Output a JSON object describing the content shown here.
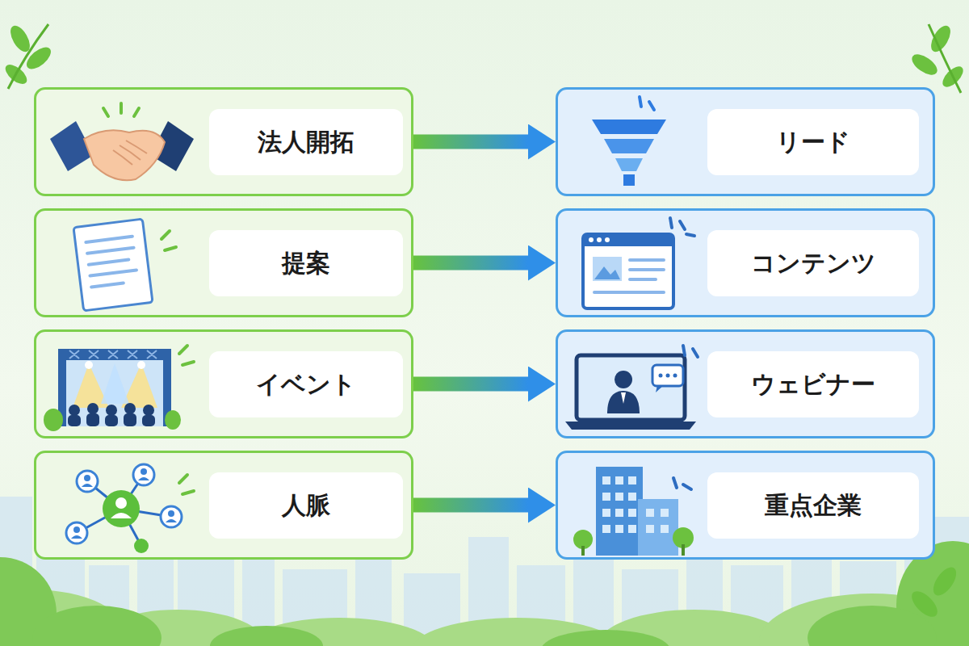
{
  "diagram": {
    "nodes": [
      {
        "text": [
          "法人開拓"
        ]
      },
      {
        "text": [
          "リード"
        ]
      },
      {
        "text": [
          "提案"
        ]
      },
      {
        "text": [
          "コンテンツ"
        ]
      },
      {
        "text": [
          "イベント"
        ]
      },
      {
        "text": [
          "ウェビナー"
        ]
      },
      {
        "text": [
          "人脈"
        ]
      },
      {
        "text": [
          "重点企業"
        ]
      }
    ],
    "edges": [
      {
        "from": 0,
        "to": 1,
        "arrow": "to"
      },
      {
        "from": 2,
        "to": 3,
        "arrow": "to"
      },
      {
        "from": 4,
        "to": 5,
        "arrow": "to"
      },
      {
        "from": 6,
        "to": 7,
        "arrow": "to"
      }
    ]
  }
}
